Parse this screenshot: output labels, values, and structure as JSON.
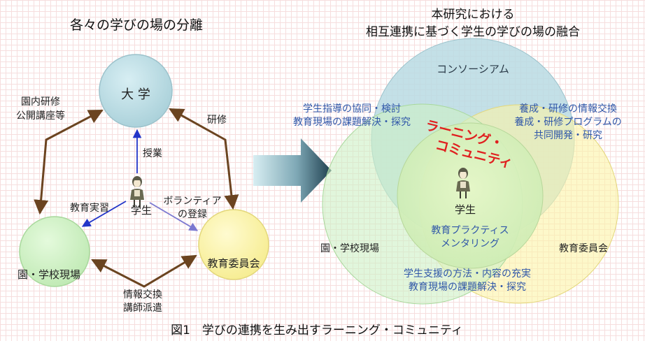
{
  "left": {
    "title": "各々の学びの場の分離",
    "university": "大 学",
    "school": "園・学校現場",
    "board": "教育委員会",
    "student": "学生",
    "label_internal_training_1": "園内研修",
    "label_internal_training_2": "公開講座等",
    "label_training": "研修",
    "label_lecture": "授業",
    "label_practicum": "教育実習",
    "label_volunteer_1": "ボランティア",
    "label_volunteer_2": "の登録",
    "label_info_1": "情報交換",
    "label_info_2": "講師派遣"
  },
  "right": {
    "title_1": "本研究における",
    "title_2": "相互連携に基づく学生の学びの場の融合",
    "consortium": "コンソーシアム",
    "guidance_1": "学生指導の協同・検討",
    "guidance_2": "教育現場の課題解決・探究",
    "exchange_1": "養成・研修の情報交換",
    "exchange_2": "養成・研修プログラムの",
    "exchange_3": "共同開発・研究",
    "learning_community_1": "ラーニング・",
    "learning_community_2": "コミュニティ",
    "student": "学生",
    "practice_1": "教育プラクティス",
    "practice_2": "メンタリング",
    "school": "園・学校現場",
    "board": "教育委員会",
    "support_1": "学生支援の方法・内容の充実",
    "support_2": "教育現場の課題解決・探究"
  },
  "caption": "図1　学びの連携を生み出すラーニング・コミュニティ",
  "colors": {
    "university_fill": "#b9dbe3",
    "school_fill": "#cdf0c4",
    "board_fill": "#fbf4a6",
    "arrow_brown": "#6b4420",
    "arrow_blue": "#2235c8",
    "arrow_lavender": "#7b78d0",
    "text_blue": "#2f56a8",
    "community_red": "#e02020"
  }
}
